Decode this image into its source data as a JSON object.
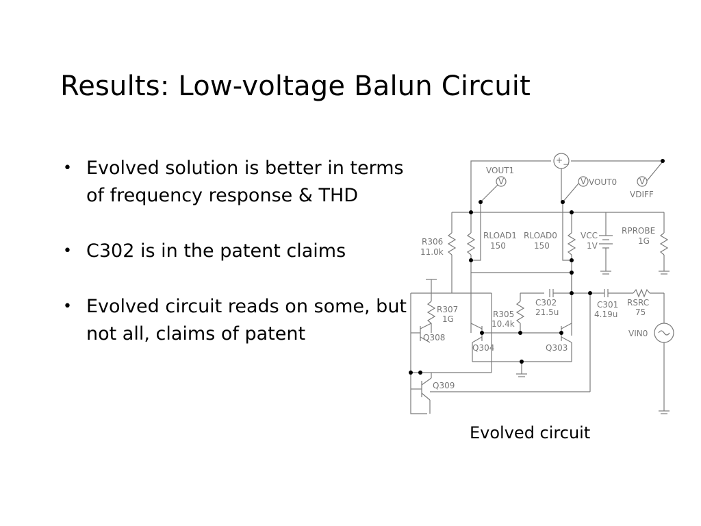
{
  "slide": {
    "title": "Results: Low-voltage Balun Circuit",
    "bullets": [
      "Evolved solution is better in terms of frequency response & THD",
      "C302 is in the patent claims",
      "Evolved circuit reads on some, but not all, claims of patent"
    ],
    "caption": "Evolved circuit"
  },
  "schematic": {
    "line_color": "#7a7a7a",
    "labels": {
      "vout1": "VOUT1",
      "vout0": "VOUT0",
      "vdiff": "VDIFF",
      "r306": "R306",
      "r306_val": "11.0k",
      "rload1": "RLOAD1",
      "rload1_val": "150",
      "rload0": "RLOAD0",
      "rload0_val": "150",
      "vcc": "VCC",
      "vcc_val": "1V",
      "rprobe": "RPROBE",
      "rprobe_val": "1G",
      "r307": "R307",
      "r307_val": "1G",
      "r305": "R305",
      "r305_val": "10.4k",
      "c302": "C302",
      "c302_val": "21.5u",
      "c301": "C301",
      "c301_val": "4.19u",
      "rsrc": "RSRC",
      "rsrc_val": "75",
      "vin0": "VIN0",
      "q308": "Q308",
      "q304": "Q304",
      "q303": "Q303",
      "q309": "Q309",
      "meter_v": "V",
      "plus": "+",
      "minus": "−"
    }
  }
}
